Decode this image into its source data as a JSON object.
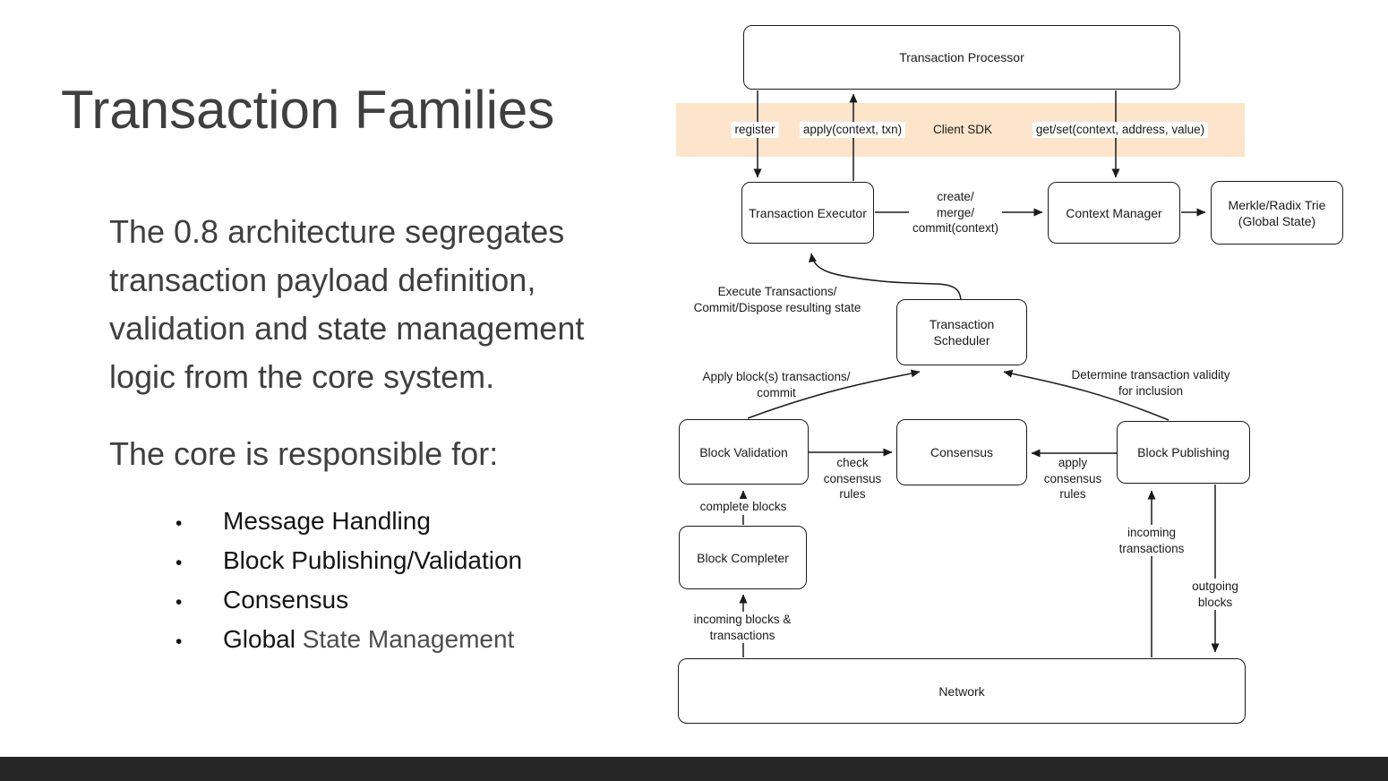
{
  "slide": {
    "title": "Transaction Families",
    "paragraph": "The 0.8 architecture segregates\ntransaction payload definition,\nvalidation and state management\nlogic from the core system.",
    "subtitle": "The core is responsible for:",
    "bullet_glyph": "•",
    "bullets": [
      {
        "dark": "Message Handling",
        "gray": ""
      },
      {
        "dark": "Block Publishing/Validation",
        "gray": ""
      },
      {
        "dark": "Consensus",
        "gray": ""
      },
      {
        "dark": "Global ",
        "gray": "State Management"
      }
    ]
  },
  "diagram": {
    "nodes": {
      "transaction_processor": "Transaction Processor",
      "transaction_executor": "Transaction Executor",
      "context_manager": "Context Manager",
      "merkle_radix_trie": "Merkle/Radix Trie\n(Global State)",
      "transaction_scheduler": "Transaction\nScheduler",
      "block_validation": "Block Validation",
      "consensus": "Consensus",
      "block_publishing": "Block Publishing",
      "block_completer": "Block Completer",
      "network": "Network"
    },
    "labels": {
      "register": "register",
      "apply": "apply(context, txn)",
      "client_sdk": "Client SDK",
      "get_set": "get/set(context, address, value)",
      "create_merge_commit": "create/\nmerge/\ncommit(context)",
      "execute_transactions": "Execute Transactions/\nCommit/Dispose resulting state",
      "apply_block_transactions": "Apply block(s) transactions/\ncommit",
      "determine_validity": "Determine transaction validity\nfor inclusion",
      "check_consensus_rules": "check\nconsensus\nrules",
      "apply_consensus_rules": "apply\nconsensus\nrules",
      "complete_blocks": "complete blocks",
      "incoming_blocks": "incoming blocks &\ntransactions",
      "incoming_transactions": "incoming\ntransactions",
      "outgoing_blocks": "outgoing\nblocks"
    },
    "colors": {
      "sdk_band": "#fce5cb",
      "wire": "#1a1a1a",
      "box_border": "#1a1a1a"
    }
  },
  "footer": {
    "bar_color": "#262626"
  }
}
